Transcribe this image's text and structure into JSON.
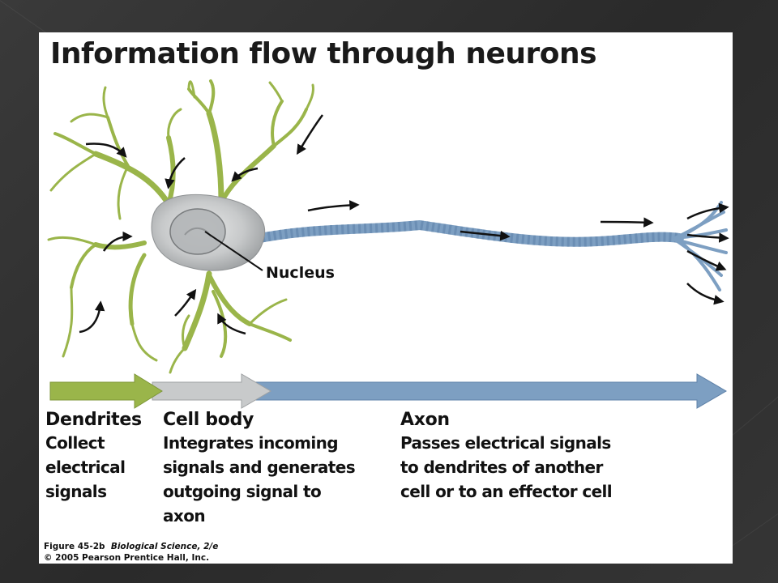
{
  "title": "Information flow through neurons",
  "nucleus_label": "Nucleus",
  "sections": {
    "dendrites": {
      "heading": "Dendrites",
      "description": "Collect\nelectrical\nsignals"
    },
    "cell_body": {
      "heading": "Cell body",
      "description": "Integrates incoming\nsignals and generates\noutgoing signal to\naxon"
    },
    "axon": {
      "heading": "Axon",
      "description": "Passes electrical signals\nto dendrites of another\ncell or to an effector cell"
    }
  },
  "credit": {
    "figure": "Figure 45-2b",
    "book": "Biological Science, 2/e",
    "copyright": "© 2005 Pearson Prentice Hall, Inc."
  },
  "colors": {
    "dendrite_green": "#9ab54a",
    "cell_body_gray": "#c8cacb",
    "axon_blue": "#7d9fc2",
    "arrow_black": "#111111"
  }
}
